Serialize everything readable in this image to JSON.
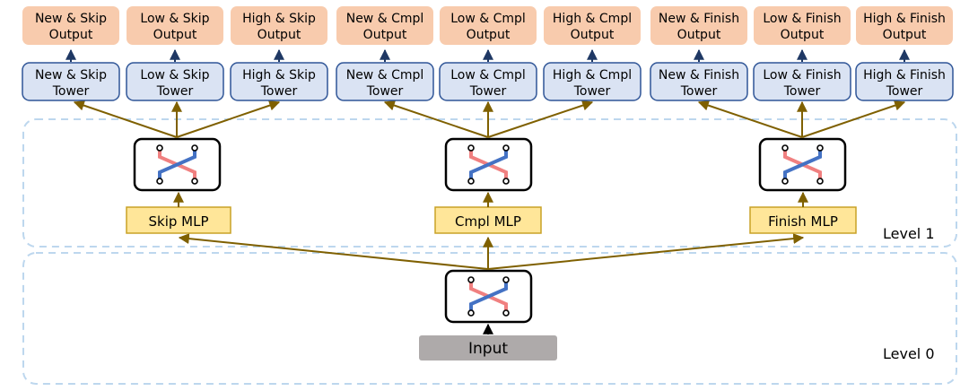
{
  "diagram": {
    "outputs": [
      {
        "line1": "New & Skip",
        "line2": "Output"
      },
      {
        "line1": "Low & Skip",
        "line2": "Output"
      },
      {
        "line1": "High & Skip",
        "line2": "Output"
      },
      {
        "line1": "New & Cmpl",
        "line2": "Output"
      },
      {
        "line1": "Low & Cmpl",
        "line2": "Output"
      },
      {
        "line1": "High & Cmpl",
        "line2": "Output"
      },
      {
        "line1": "New & Finish",
        "line2": "Output"
      },
      {
        "line1": "Low & Finish",
        "line2": "Output"
      },
      {
        "line1": "High & Finish",
        "line2": "Output"
      }
    ],
    "towers": [
      {
        "line1": "New & Skip",
        "line2": "Tower"
      },
      {
        "line1": "Low & Skip",
        "line2": "Tower"
      },
      {
        "line1": "High & Skip",
        "line2": "Tower"
      },
      {
        "line1": "New & Cmpl",
        "line2": "Tower"
      },
      {
        "line1": "Low & Cmpl",
        "line2": "Tower"
      },
      {
        "line1": "High & Cmpl",
        "line2": "Tower"
      },
      {
        "line1": "New & Finish",
        "line2": "Tower"
      },
      {
        "line1": "Low & Finish",
        "line2": "Tower"
      },
      {
        "line1": "High & Finish",
        "line2": "Tower"
      }
    ],
    "mlps": [
      "Skip MLP",
      "Cmpl MLP",
      "Finish MLP"
    ],
    "input_label": "Input",
    "level_labels": [
      "Level 1",
      "Level 0"
    ],
    "colors": {
      "output_fill": "#f8cbad",
      "tower_fill": "#dae3f3",
      "tower_stroke": "#2f5597",
      "mlp_fill": "#ffe699",
      "mlp_stroke": "#c9a227",
      "input_fill": "#aeaaaa",
      "arrow_brown": "#7f6000",
      "arrow_navy": "#1f3864",
      "level_border": "#bdd7ee",
      "switch_red": "#f08080",
      "switch_blue": "#4472c4"
    }
  }
}
